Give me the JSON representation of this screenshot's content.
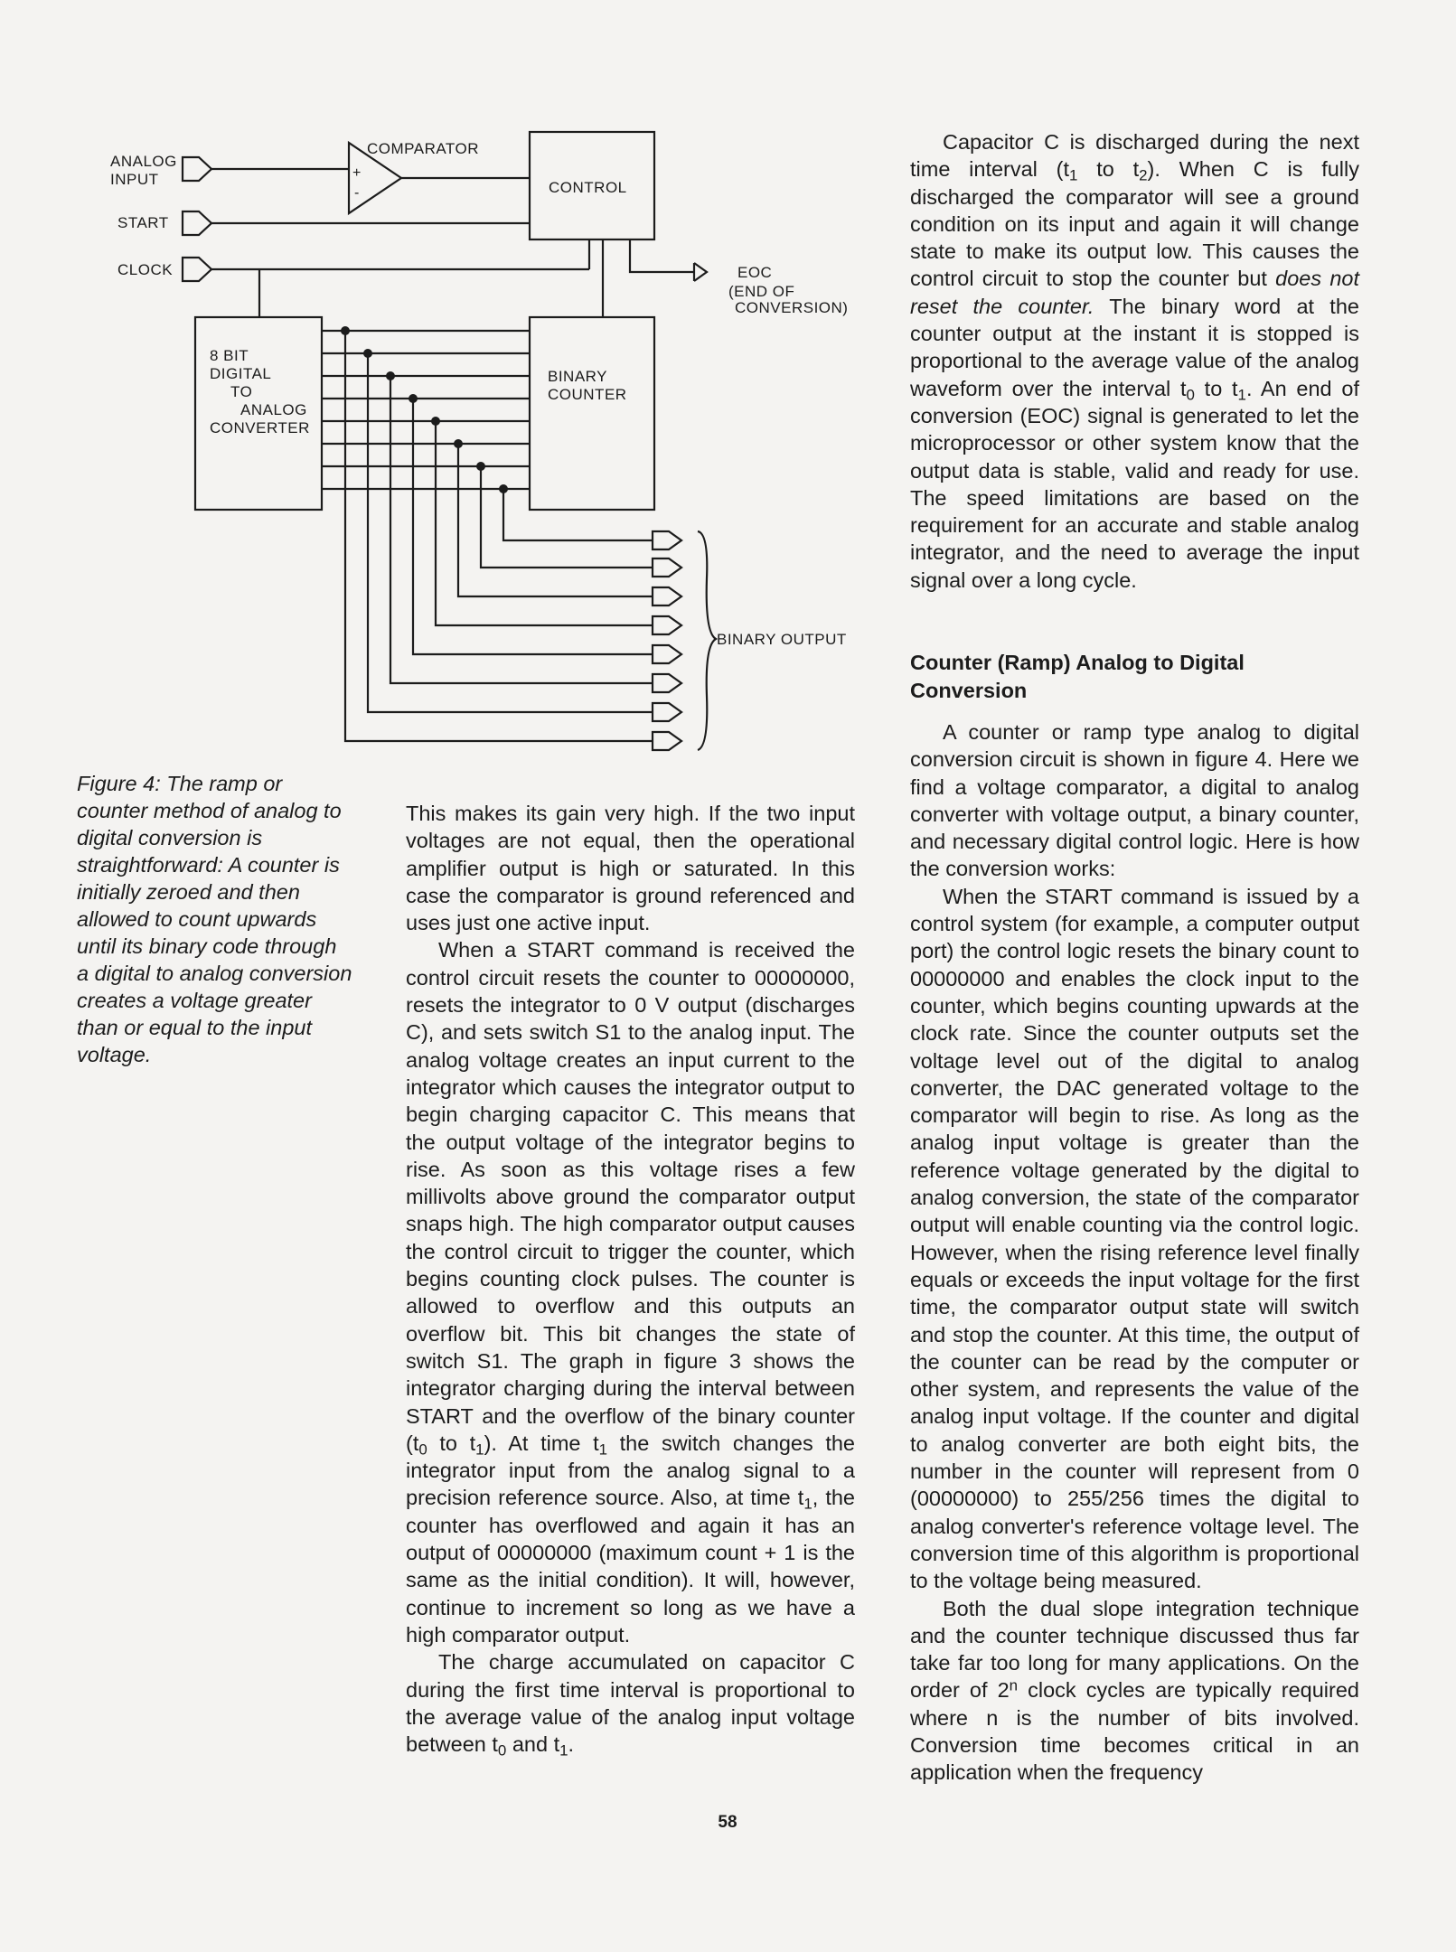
{
  "diagram": {
    "labels": {
      "analog_input_1": "ANALOG",
      "analog_input_2": "INPUT",
      "start": "START",
      "clock": "CLOCK",
      "comparator": "COMPARATOR",
      "plus": "+",
      "minus": "-",
      "control": "CONTROL",
      "eoc_1": "EOC",
      "eoc_2": "(END OF",
      "eoc_3": "CONVERSION)",
      "dac_1": "8 BIT",
      "dac_2": "DIGITAL",
      "dac_3": "TO",
      "dac_4": "ANALOG",
      "dac_5": "CONVERTER",
      "counter_1": "BINARY",
      "counter_2": "COUNTER",
      "binary_output": "BINARY OUTPUT"
    }
  },
  "caption": "Figure 4: The ramp or counter method of analog to digital conversion is straightforward: A counter is initially zeroed and then allowed to count upwards until its binary code through a digital to analog conversion creates a voltage greater than or equal to the input voltage.",
  "middle_column": {
    "p1": "This makes its gain very high. If the two input voltages are not equal, then the operational amplifier output is high or saturated. In this case the comparator is ground referenced and uses just one active input.",
    "p2_a": "When a START command is received the control circuit resets the counter to 00000000, resets the integrator to 0 V output (discharges C), and sets switch S1 to the analog input. The analog voltage creates an input current to the integrator which causes the integrator output to begin charging capacitor C. This means that the output voltage of the integrator begins to rise. As soon as this voltage rises a few millivolts above ground the comparator output snaps high. The high comparator output causes the control circuit to trigger the counter, which begins counting clock pulses. The counter is allowed to overflow and this outputs an overflow bit. This bit changes the state of switch S1. The graph in figure 3 shows the integrator charging during the interval between START and the overflow of the binary counter (",
    "t0": "t",
    "t0_sub": "0",
    "to_word": " to ",
    "t1": "t",
    "t1_sub": "1",
    "p2_b": "). At time ",
    "p2_c": " the switch changes the integrator input from the analog signal to a precision reference source. Also, at time ",
    "p2_d": ", the counter has overflowed and again it has an output of 00000000 (maximum count + 1 is the same as the initial condition). It will, however, continue to increment so long as we have a high comparator output.",
    "p3_a": "The charge accumulated on capacitor C during the first time interval is proportional to the average value of the analog input voltage between ",
    "and_word": " and ",
    "period": "."
  },
  "right_column": {
    "p1_a": "Capacitor C is discharged during the next time interval (",
    "t1": "t",
    "t1_sub": "1",
    "to_word": " to ",
    "t2": "t",
    "t2_sub": "2",
    "p1_b": "). When C is fully discharged the comparator will see a ground condition on its input and again it will change state to make its output low. This causes the control circuit to stop the counter but ",
    "p1_em": "does not reset the counter.",
    "p1_c": " The binary word at the counter output at the instant it is stopped is proportional to the average value of the analog waveform over the interval ",
    "t0": "t",
    "t0_sub": "0",
    "p1_d": ". An end of conversion (EOC) signal is generated to let the microprocessor or other system know that the output data is stable, valid and ready for use. The speed limitations are based on the requirement for an accurate and stable analog integrator, and the need to average the input signal over a long cycle.",
    "heading": "Counter (Ramp) Analog to Digital Conversion",
    "p2": "A counter or ramp type analog to digital conversion circuit is shown in figure 4. Here we find a voltage comparator, a digital to analog converter with voltage output, a binary counter, and necessary digital control logic. Here is how the conversion works:",
    "p3": "When the START command is issued by a control system (for example, a computer output port) the control logic resets the binary count to 00000000 and enables the clock input to the counter, which begins counting upwards at the clock rate. Since the counter outputs set the voltage level out of the digital to analog converter, the DAC generated voltage to the comparator will begin to rise. As long as the analog input voltage is greater than the reference voltage generated by the digital to analog conversion, the state of the comparator output will enable counting via the control logic. However, when the rising reference level finally equals or exceeds the input voltage for the first time, the comparator output state will switch and stop the counter. At this time, the output of the counter can be read by the computer or other system, and represents the value of the analog input voltage. If the counter and digital to analog converter are both eight bits, the number in the counter will represent from 0 (00000000) to 255/256 times the digital to analog converter's reference voltage level. The conversion time of this algorithm is proportional to the voltage being measured.",
    "p4_a": "Both the dual slope integration technique and the counter technique discussed thus far take far too long for many applications. On the order of ",
    "two": "2",
    "n_sup": "n",
    "p4_b": " clock cycles are typically required where n is the number of bits involved. Conversion time becomes critical in an application when the frequency"
  },
  "page_number": "58"
}
